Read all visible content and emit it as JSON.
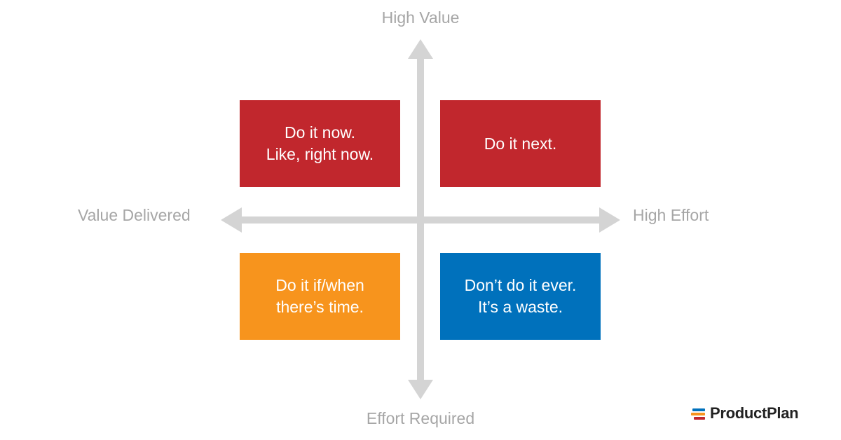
{
  "axes": {
    "top": "High Value",
    "bottom": "Effort Required",
    "left": "Value Delivered",
    "right": "High Effort"
  },
  "quadrants": [
    {
      "text": "Do it now.\nLike, right now.",
      "color": "#c1272d"
    },
    {
      "text": "Do it next.",
      "color": "#c1272d"
    },
    {
      "text": "Do it if/when\nthere’s time.",
      "color": "#f7941d"
    },
    {
      "text": "Don’t do it ever.\nIt’s a waste.",
      "color": "#0071bc"
    }
  ],
  "colors": {
    "axis": "#d4d4d4",
    "axis_label": "#a6a6a6",
    "logo_bars": [
      "#0071bc",
      "#f7941d",
      "#c1272d"
    ]
  },
  "logo": {
    "text": "ProductPlan",
    "icon": "productplan-logo-icon"
  }
}
